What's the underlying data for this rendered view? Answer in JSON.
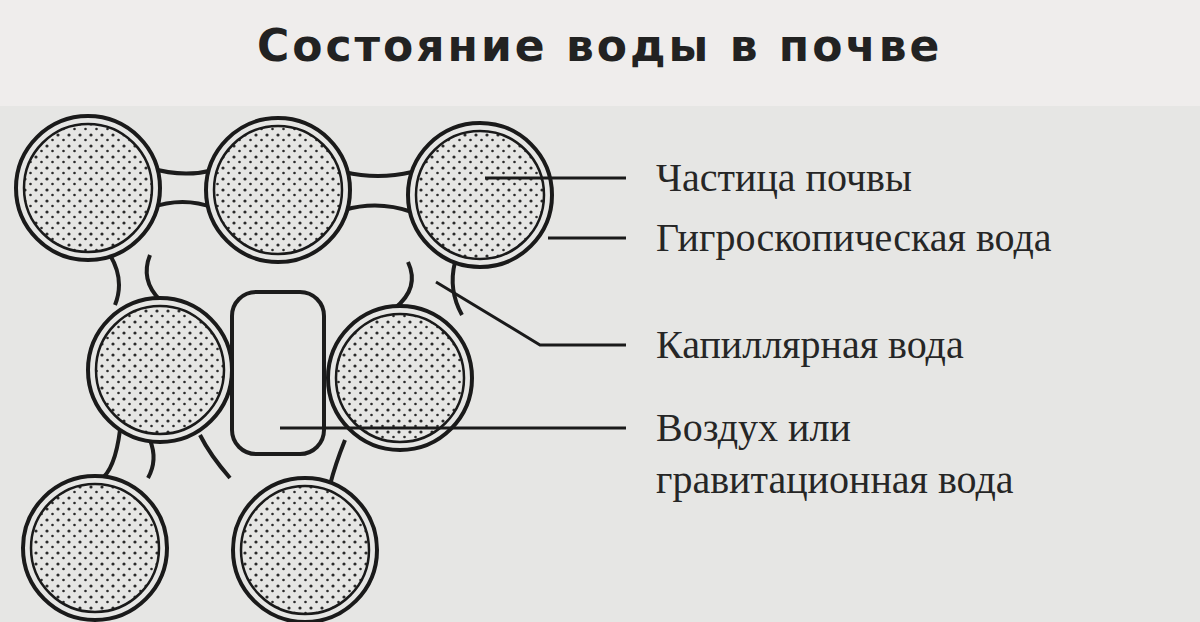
{
  "diagram": {
    "title": "Состояние воды в почве",
    "labels": [
      "Частица почвы",
      "Гигроскопическая вода",
      "Капиллярная вода",
      "Воздух или гравитационная вода"
    ]
  }
}
